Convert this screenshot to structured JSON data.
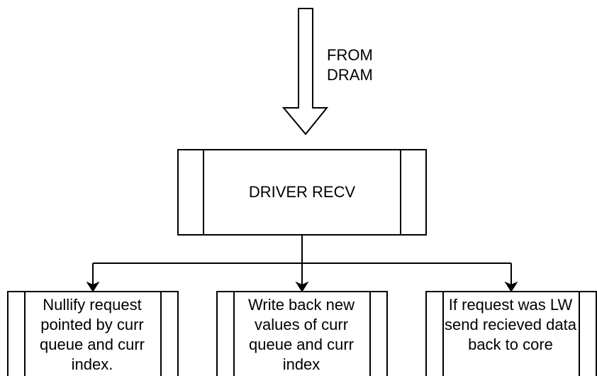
{
  "input_arrow": {
    "label_line1": "FROM",
    "label_line2": "DRAM"
  },
  "driver": {
    "label": "DRIVER RECV"
  },
  "outputs": [
    {
      "label": "Nullify request pointed by curr queue and curr index."
    },
    {
      "label": "Write back new values of curr queue and curr index"
    },
    {
      "label": "If request was LW send recieved data back to core"
    }
  ]
}
